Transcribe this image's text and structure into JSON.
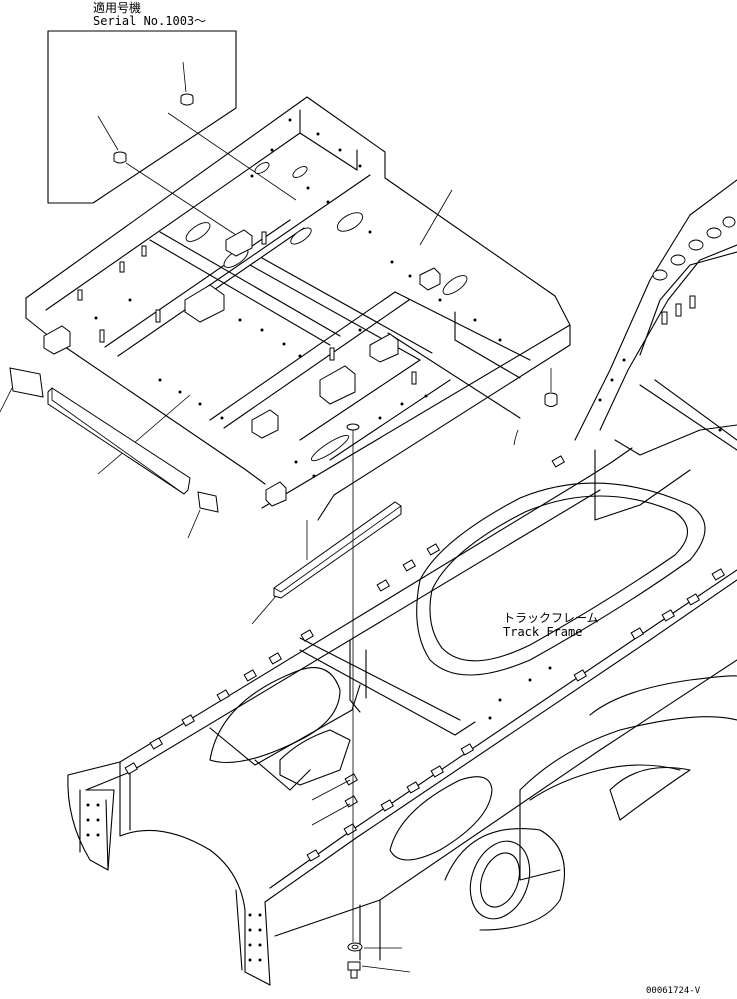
{
  "header": {
    "applicable_model_label": "適用号機",
    "serial_label": "Serial No.1003～"
  },
  "track_frame": {
    "label_jp": "トラックフレーム",
    "label_en": "Track Frame"
  },
  "footer": {
    "drawing_number": "00061724-V"
  }
}
